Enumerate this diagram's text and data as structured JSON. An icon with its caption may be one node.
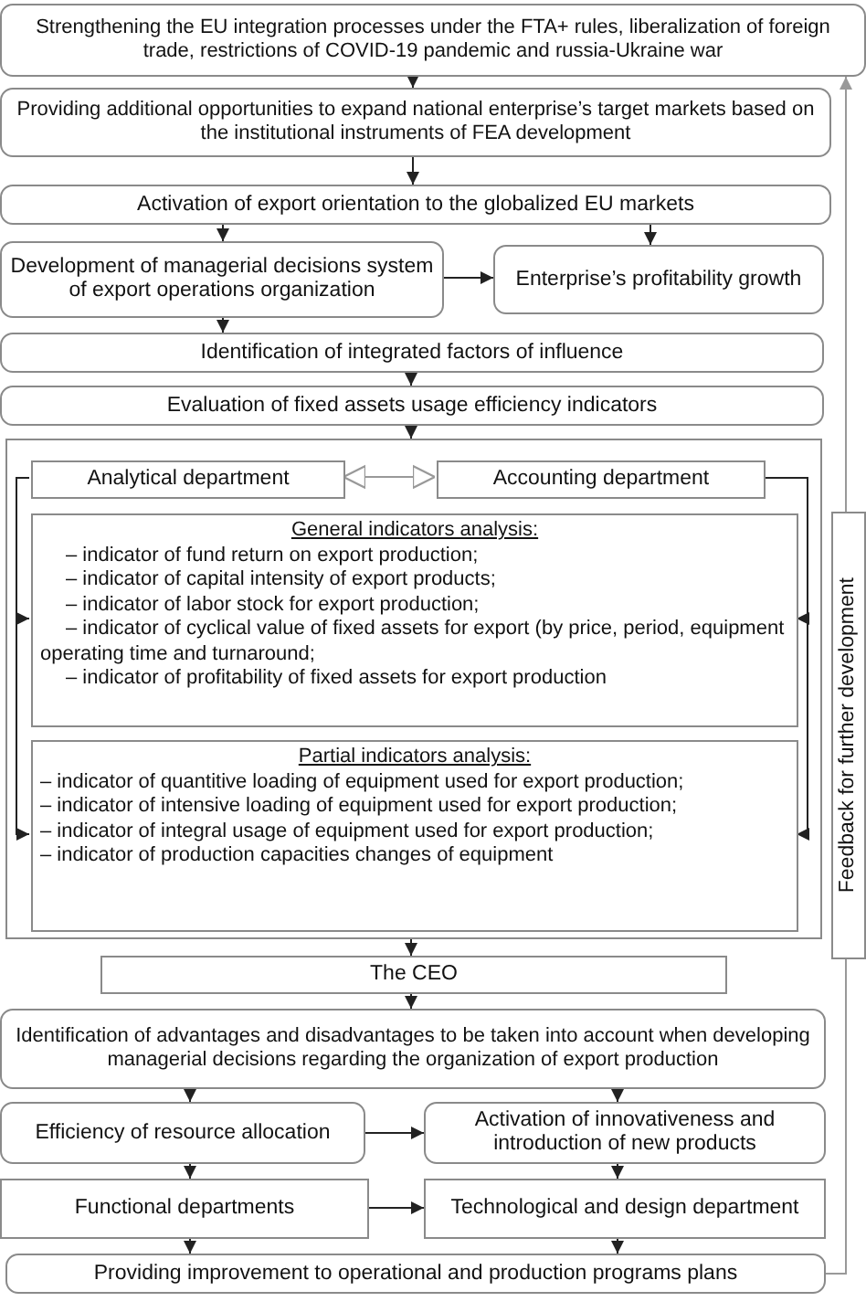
{
  "diagram": {
    "nodes": [
      {
        "text": [
          "Strengthening the EU integration processes under the FTA+ rules, liberalization of foreign trade, restrictions of COVID-19 pandemic and russia-Ukraine war"
        ]
      },
      {
        "text": [
          "Providing additional opportunities to expand national enterprise’s target markets based on the institutional instruments of FEA development"
        ]
      },
      {
        "text": [
          "Activation of export orientation to the globalized EU markets"
        ]
      },
      {
        "text": [
          "Development of managerial decisions system of export operations organization"
        ]
      },
      {
        "text": [
          "Enterprise’s profitability growth"
        ]
      },
      {
        "text": [
          "Identification of integrated factors of influence"
        ]
      },
      {
        "text": [
          "Evaluation of fixed assets usage efficiency indicators"
        ]
      },
      {
        "text": [],
        "shape": "box"
      },
      {
        "text": [
          "Analytical department"
        ],
        "in": 7
      },
      {
        "text": [
          "Accounting department"
        ],
        "in": 7
      },
      {
        "text": [
          "General indicators analysis:",
          "– indicator of fund return on export production;",
          "– indicator of capital intensity of export products;",
          "– indicator of labor stock for export production;",
          "– indicator of cyclical value of fixed assets for export (by price, period, equipment operating time and turnaround;",
          "– indicator of profitability of fixed assets for export production"
        ],
        "in": 7
      },
      {
        "text": [
          "Partial indicators analysis:",
          "– indicator of quantitive loading of equipment used for export production;",
          "– indicator of intensive loading of equipment used for export production;",
          "– indicator of integral usage of equipment used for export production;",
          "– indicator of production capacities changes of equipment"
        ],
        "in": 7
      },
      {
        "text": [
          "Feedback for further development"
        ]
      },
      {
        "text": [
          "The CEO"
        ]
      },
      {
        "text": [
          "Identification of advantages and disadvantages to be taken into account when developing managerial decisions regarding the organization of export production"
        ]
      },
      {
        "text": [
          "Efficiency of resource allocation"
        ]
      },
      {
        "text": [
          "Activation of innovativeness and introduction of new products"
        ]
      },
      {
        "text": [
          "Functional departments"
        ]
      },
      {
        "text": [
          "Technological and design department"
        ]
      },
      {
        "text": [
          "Providing improvement to operational and production programs plans"
        ]
      }
    ],
    "edges": [
      {
        "from": 0,
        "to": 1,
        "arrow": "to"
      },
      {
        "from": 1,
        "to": 2,
        "arrow": "to"
      },
      {
        "from": 2,
        "to": 3,
        "arrow": "to"
      },
      {
        "from": 2,
        "to": 4,
        "arrow": "to"
      },
      {
        "from": 3,
        "to": 4,
        "arrow": "to"
      },
      {
        "from": 3,
        "to": 5,
        "arrow": "to"
      },
      {
        "from": 5,
        "to": 6,
        "arrow": "to"
      },
      {
        "from": 6,
        "to": 7,
        "arrow": "to"
      },
      {
        "from": 8,
        "to": 9,
        "arrow": "both",
        "color": "#999999"
      },
      {
        "from": 8,
        "to": 10,
        "arrow": "to"
      },
      {
        "from": 8,
        "to": 11,
        "arrow": "to"
      },
      {
        "from": 9,
        "to": 10,
        "arrow": "to"
      },
      {
        "from": 9,
        "to": 11,
        "arrow": "to"
      },
      {
        "from": 7,
        "to": 13,
        "arrow": "to"
      },
      {
        "from": 13,
        "to": 14,
        "arrow": "to"
      },
      {
        "from": 14,
        "to": 15,
        "arrow": "to"
      },
      {
        "from": 14,
        "to": 16,
        "arrow": "to"
      },
      {
        "from": 15,
        "to": 16,
        "arrow": "to"
      },
      {
        "from": 15,
        "to": 17,
        "arrow": "to"
      },
      {
        "from": 16,
        "to": 18,
        "arrow": "to"
      },
      {
        "from": 17,
        "to": 18,
        "arrow": "to"
      },
      {
        "from": 17,
        "to": 19,
        "arrow": "to"
      },
      {
        "from": 18,
        "to": 19,
        "arrow": "to"
      },
      {
        "from": 19,
        "to": 12,
        "arrow": "none",
        "color": "#999999"
      },
      {
        "from": 12,
        "to": 0,
        "arrow": "to",
        "color": "#999999"
      }
    ]
  }
}
